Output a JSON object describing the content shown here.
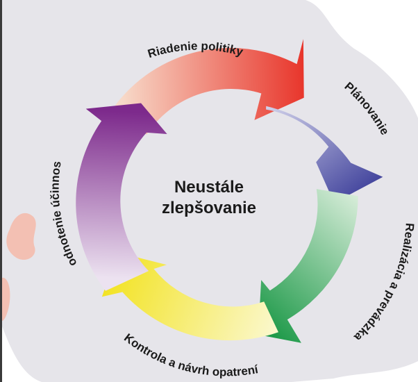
{
  "diagram": {
    "center_title": [
      "Neustále",
      "zlepšovanie"
    ],
    "stages": [
      {
        "label": "Riadenie politiky",
        "color_start": "#f7d9c8",
        "color_end": "#e8342a"
      },
      {
        "label": "Plánovanie",
        "color_start": "#d8d8ee",
        "color_end": "#3d3f9a"
      },
      {
        "label": "Realizácia a prevádzka",
        "color_start": "#dff0df",
        "color_end": "#1f9a4a"
      },
      {
        "label": "Kontrola a návrh opatrení",
        "color_start": "#fbf8cf",
        "color_end": "#f2e21e"
      },
      {
        "label": "Hodnotenie účinnosti",
        "color_start": "#ece2f0",
        "color_end": "#7d2a8c"
      }
    ],
    "background_color": "#e6e5ea",
    "map_color": "#f3c0b3"
  }
}
